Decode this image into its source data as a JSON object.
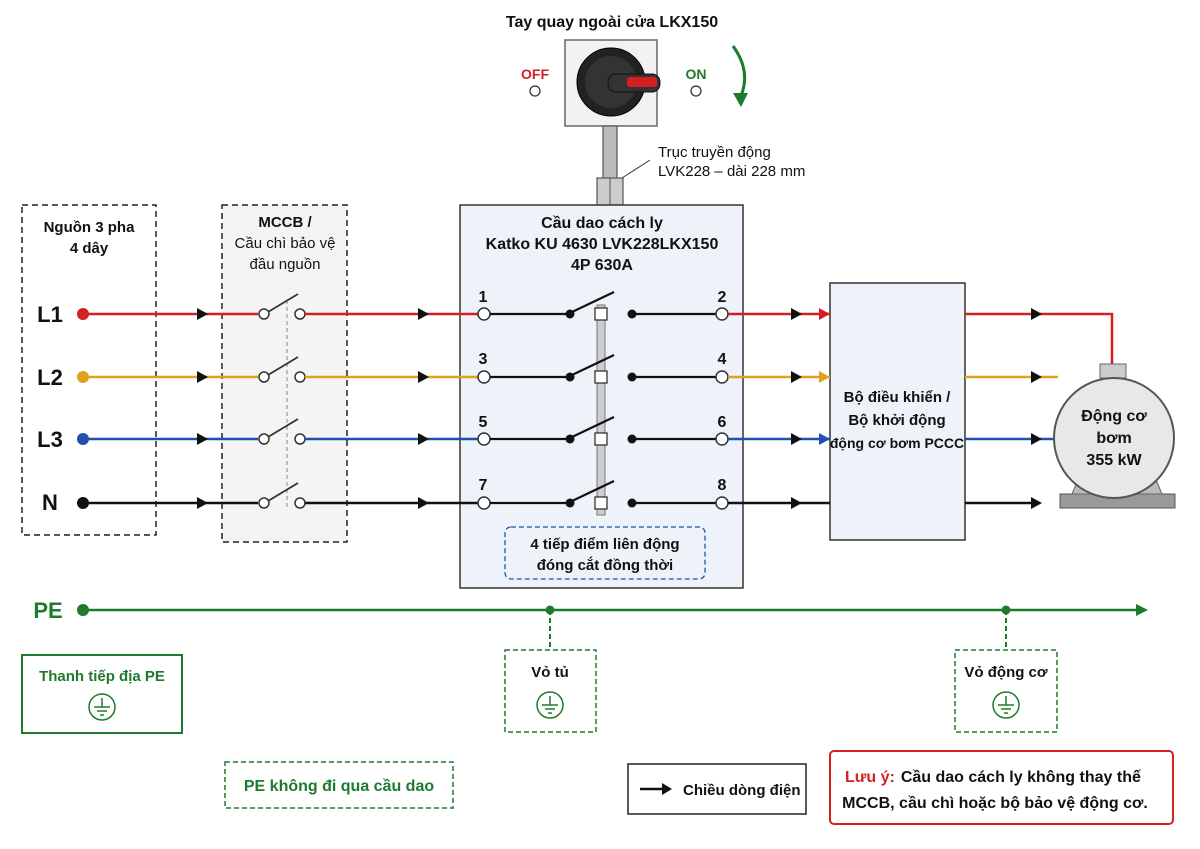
{
  "colors": {
    "l1": "#d42020",
    "l2": "#e0a020",
    "l3": "#2050b0",
    "n": "#111111",
    "pe": "#1e7a2c",
    "note_border": "#d42020",
    "box_fill": "#eef3f9",
    "box_border": "#333333"
  },
  "handle": {
    "title": "Tay quay ngoài cửa LKX150",
    "off": "OFF",
    "on": "ON"
  },
  "shaft": {
    "line1": "Trục truyền động",
    "line2": "LVK228 – dài 228 mm"
  },
  "source": {
    "line1": "Nguồn 3 pha",
    "line2": "4 dây",
    "phases": [
      "L1",
      "L2",
      "L3",
      "N"
    ]
  },
  "mccb": {
    "line1": "MCCB /",
    "line2": "Cầu chì bảo vệ",
    "line3": "đầu nguồn"
  },
  "isolator": {
    "line1": "Cầu dao cách ly",
    "line2": "Katko KU 4630 LVK228LKX150",
    "line3": "4P 630A",
    "terminals_in": [
      "1",
      "3",
      "5",
      "7"
    ],
    "terminals_out": [
      "2",
      "4",
      "6",
      "8"
    ],
    "contacts_line1": "4 tiếp điểm liên động",
    "contacts_line2": "đóng cắt đồng thời"
  },
  "controller": {
    "line1": "Bộ điều khiển /",
    "line2": "Bộ khởi động",
    "line3": "động cơ bơm PCCC"
  },
  "motor": {
    "line1": "Động cơ",
    "line2": "bơm",
    "line3": "355 kW"
  },
  "pe": {
    "label": "PE",
    "busbar": "Thanh tiếp địa PE",
    "cabinet": "Vỏ tủ",
    "motor_frame": "Vỏ động cơ",
    "note": "PE không đi qua cầu dao"
  },
  "legend": {
    "current": "Chiều dòng điện"
  },
  "note": {
    "title": "Lưu ý:",
    "line1": "Cầu dao cách ly không thay thế",
    "line2": "MCCB, cầu chì hoặc bộ bảo vệ động cơ."
  }
}
